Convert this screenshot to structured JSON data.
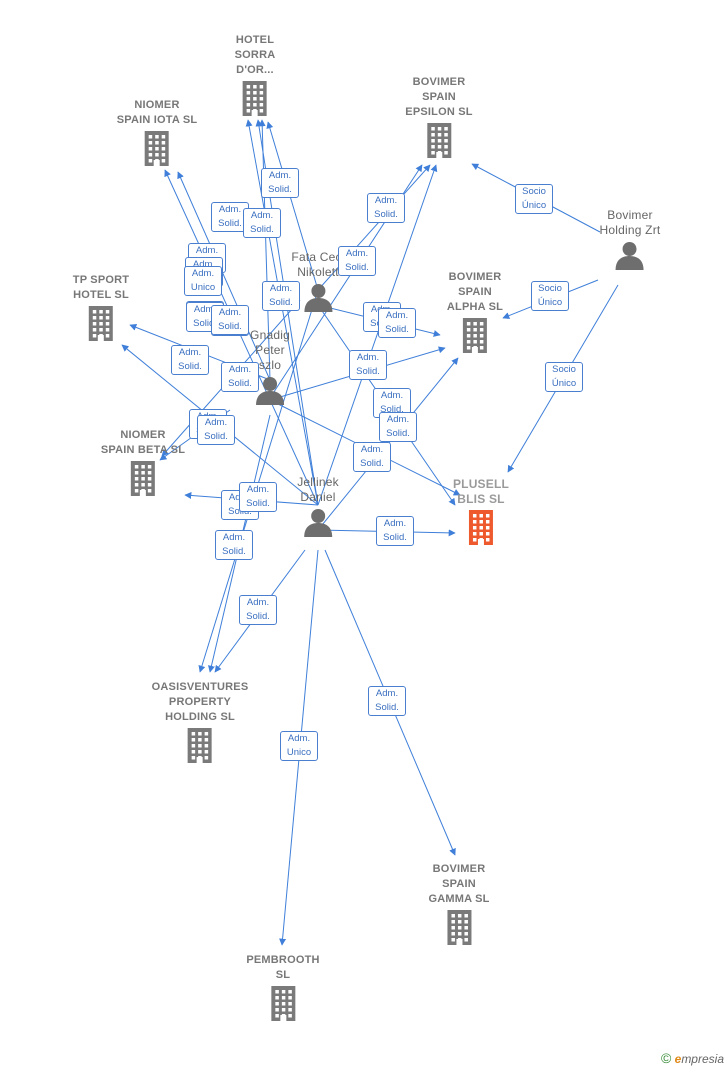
{
  "nodes": [
    {
      "id": "hotel_sorra",
      "kind": "company",
      "label": "HOTEL\nSORRA\nD'OR..."
    },
    {
      "id": "niomer_iota",
      "kind": "company",
      "label": "NIOMER\nSPAIN IOTA  SL"
    },
    {
      "id": "bovimer_epsilon",
      "kind": "company",
      "label": "BOVIMER\nSPAIN\nEPSILON  SL"
    },
    {
      "id": "bovimer_zrt",
      "kind": "person",
      "label": "Bovimer\nHolding Zrt"
    },
    {
      "id": "fata",
      "kind": "person",
      "label": "Fata Ceci\nNikolett"
    },
    {
      "id": "tp_sport",
      "kind": "company",
      "label": "TP SPORT\nHOTEL  SL"
    },
    {
      "id": "bovimer_alpha",
      "kind": "company",
      "label": "BOVIMER\nSPAIN\nALPHA  SL"
    },
    {
      "id": "gnadig",
      "kind": "person",
      "label": "Gnadig\nPeter\nszlo"
    },
    {
      "id": "niomer_beta",
      "kind": "company",
      "label": "NIOMER\nSPAIN BETA  SL"
    },
    {
      "id": "plusell",
      "kind": "focus",
      "label": "PLUSELL\nBLIS  SL"
    },
    {
      "id": "jellinek",
      "kind": "person",
      "label": "Jellinek\nDaniel"
    },
    {
      "id": "oasis",
      "kind": "company",
      "label": "OASISVENTURES\nPROPERTY\nHOLDING  SL"
    },
    {
      "id": "bovimer_gamma",
      "kind": "company",
      "label": "BOVIMER\nSPAIN\nGAMMA  SL"
    },
    {
      "id": "pembrooth",
      "kind": "company",
      "label": "PEMBROOTH\nSL"
    }
  ],
  "edge_labels": [
    {
      "id": "e01",
      "text": "Adm.\nSolid."
    },
    {
      "id": "e02",
      "text": "Adm.\nSolid."
    },
    {
      "id": "e03",
      "text": "Adm.\nSolid."
    },
    {
      "id": "e04",
      "text": "Adm.\nSolid."
    },
    {
      "id": "e05",
      "text": "Adm.\nSolid."
    },
    {
      "id": "e06",
      "text": "Adm.\nUnico"
    },
    {
      "id": "e07",
      "text": "Adm.\nSolid."
    },
    {
      "id": "e08",
      "text": "Adm.\nSolid."
    },
    {
      "id": "e09",
      "text": "Adm.\nSolid."
    },
    {
      "id": "e10",
      "text": "Adm.\nSolid."
    },
    {
      "id": "e11",
      "text": "Adm.\nSolid."
    },
    {
      "id": "e12",
      "text": "Adm.\nSolid."
    },
    {
      "id": "e13",
      "text": "Adm.\nSolid."
    },
    {
      "id": "e14",
      "text": "Adm.\nSolid."
    },
    {
      "id": "e15",
      "text": "Adm.\nSolid."
    },
    {
      "id": "e16",
      "text": "Adm.\nSolid."
    },
    {
      "id": "e17",
      "text": "Adm.\nSolid."
    },
    {
      "id": "e18",
      "text": "Adm.\nSolid."
    },
    {
      "id": "e19",
      "text": "Adm.\nSolid."
    },
    {
      "id": "e20",
      "text": "Adm.\nSolid."
    },
    {
      "id": "e21",
      "text": "Adm.\nSolid."
    },
    {
      "id": "e22",
      "text": "Adm.\nSolid."
    },
    {
      "id": "e23",
      "text": "Adm.\nSolid."
    },
    {
      "id": "e24",
      "text": "Adm.\nSolid."
    },
    {
      "id": "e25",
      "text": "Adm.\nSolid."
    },
    {
      "id": "e26",
      "text": "Adm.\nSolid."
    },
    {
      "id": "e27",
      "text": "Adm.\nSolid."
    },
    {
      "id": "e28",
      "text": "Adm.\nSolid."
    },
    {
      "id": "e29",
      "text": "Adm.\nSolid."
    },
    {
      "id": "e30",
      "text": "Adm.\nUnico"
    },
    {
      "id": "e31",
      "text": "Socio\nÚnico"
    },
    {
      "id": "e32",
      "text": "Socio\nÚnico"
    },
    {
      "id": "e33",
      "text": "Socio\nÚnico"
    }
  ],
  "colors": {
    "edge": "#3f7fd9",
    "company_icon": "#7a7a7a",
    "focus_icon": "#ee5a2e",
    "person_icon": "#6e6e6e"
  },
  "brand": {
    "copyright": "©",
    "initial": "e",
    "name": "mpresia"
  }
}
